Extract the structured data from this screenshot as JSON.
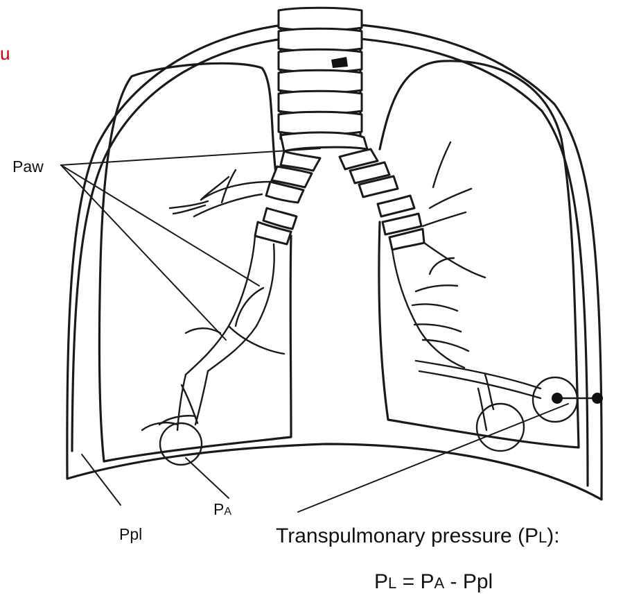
{
  "figure": {
    "labels": {
      "airway_pressure": "Paw",
      "alveolar_pressure_main": "P",
      "alveolar_pressure_sub": "A",
      "pleural_pressure": "Ppl",
      "transpulmonary_title_main": "Transpulmonary pressure (P",
      "transpulmonary_title_sub": "L",
      "transpulmonary_title_end": "):",
      "equation_p1": "P",
      "equation_sub1": "L",
      "equation_mid": " = P",
      "equation_sub2": "A",
      "equation_end": " - Ppl"
    },
    "edge_text": "u"
  },
  "colors": {
    "line": "#1a1a1a",
    "edge_text": "#cc0000",
    "background": "#ffffff"
  }
}
